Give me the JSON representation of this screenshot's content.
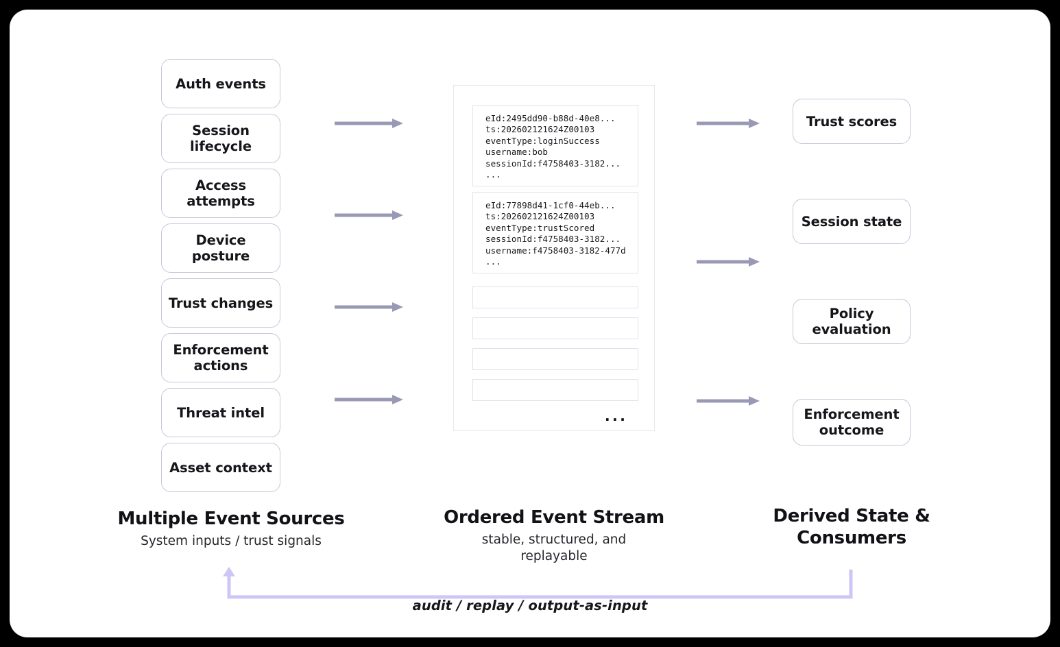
{
  "theme": {
    "page_background": "#000000",
    "card_background": "#ffffff",
    "pill_border": "#c9c6d8",
    "arrow_color": "#9a99b5",
    "panel_border": "#e7e6ec",
    "event_card_border": "#e3e2ea",
    "loop_color": "#cdc6f7",
    "text_color": "#111116"
  },
  "columns": {
    "sources": {
      "title": "Multiple Event Sources",
      "subtitle": "System inputs / trust signals",
      "items": [
        {
          "label": "Auth events"
        },
        {
          "label": "Session lifecycle"
        },
        {
          "label": "Access attempts"
        },
        {
          "label": "Device posture"
        },
        {
          "label": "Trust changes"
        },
        {
          "label": "Enforcement actions"
        },
        {
          "label": "Threat intel"
        },
        {
          "label": "Asset context"
        }
      ]
    },
    "stream": {
      "title": "Ordered Event Stream",
      "subtitle": "stable, structured, and replayable",
      "ellipsis": "...",
      "events": [
        {
          "lines": [
            "eId:2495dd90-b88d-40e8...",
            "ts:202602121624Z00103",
            "eventType:loginSuccess",
            "username:bob",
            "sessionId:f4758403-3182...",
            "..."
          ]
        },
        {
          "lines": [
            "eId:77898d41-1cf0-44eb...",
            "ts:202602121624Z00103",
            "eventType:trustScored",
            "sessionId:f4758403-3182...",
            "username:f4758403-3182-477d",
            "..."
          ]
        }
      ],
      "empty_rows": 4
    },
    "consumers": {
      "title": "Derived State & Consumers",
      "items": [
        {
          "label": "Trust scores"
        },
        {
          "label": "Session state"
        },
        {
          "label": "Policy evaluation"
        },
        {
          "label": "Enforcement outcome"
        }
      ]
    }
  },
  "feedback": {
    "caption": "audit / replay / output-as-input"
  }
}
